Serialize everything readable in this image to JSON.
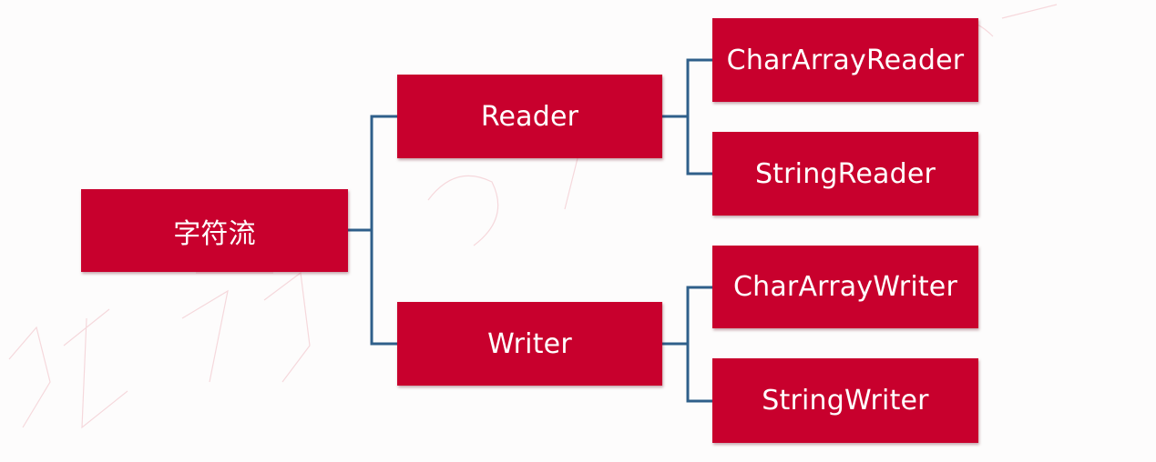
{
  "colors": {
    "box_fill": "#c8002d",
    "connector": "#2f5f8a",
    "background": "#fdfcfc"
  },
  "diagram": {
    "root": {
      "label": "字符流"
    },
    "branches": [
      {
        "label": "Reader",
        "children": [
          {
            "label": "CharArrayReader"
          },
          {
            "label": "StringReader"
          }
        ]
      },
      {
        "label": "Writer",
        "children": [
          {
            "label": "CharArrayWriter"
          },
          {
            "label": "StringWriter"
          }
        ]
      }
    ]
  }
}
